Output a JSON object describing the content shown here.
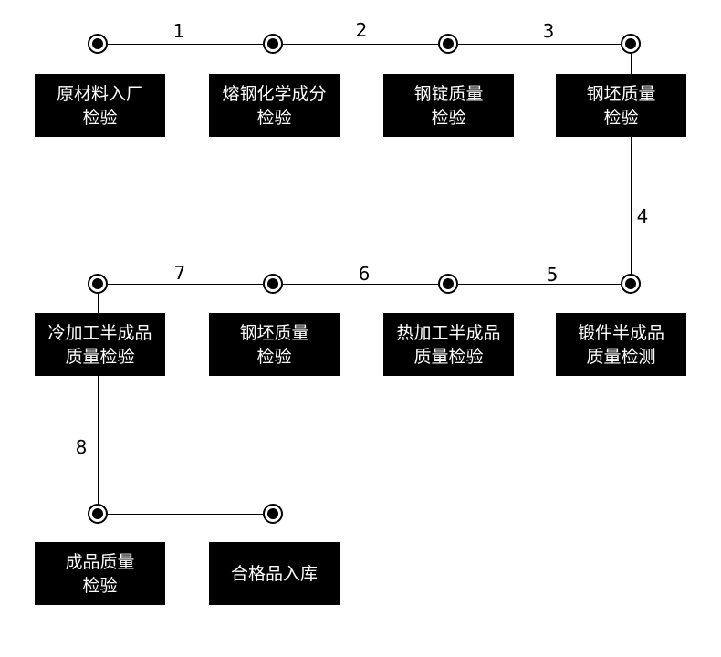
{
  "diagram": {
    "type": "process-flow",
    "colors": {
      "background": "#ffffff",
      "box_fill": "#000000",
      "box_text": "#ffffff",
      "line": "#000000",
      "edge_label_text": "#000000",
      "node_outer_ring": "#000000",
      "node_inner_dot": "#000000",
      "node_fill": "#ffffff"
    },
    "boxes": [
      {
        "label": "原材料入厂\n检验"
      },
      {
        "label": "熔钢化学成分\n检验"
      },
      {
        "label": "钢锭质量\n检验"
      },
      {
        "label": "钢坯质量\n检验"
      },
      {
        "label": "冷加工半成品\n质量检验"
      },
      {
        "label": "钢坯质量\n检验"
      },
      {
        "label": "热加工半成品\n质量检验"
      },
      {
        "label": "锻件半成品\n质量检测"
      },
      {
        "label": "成品质量\n检验"
      },
      {
        "label": "合格品入库"
      }
    ],
    "edge_labels": [
      "1",
      "2",
      "3",
      "4",
      "5",
      "6",
      "7",
      "8"
    ]
  }
}
